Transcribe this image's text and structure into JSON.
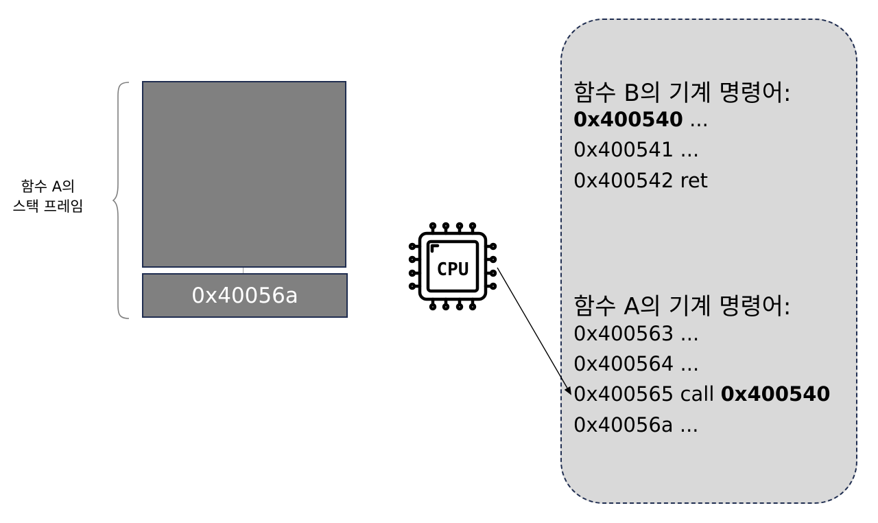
{
  "stack": {
    "label_line1": "함수 A의",
    "label_line2": "스택 프레임",
    "return_address": "0x40056a"
  },
  "cpu": {
    "label": "CPU",
    "icon": "cpu-chip-icon"
  },
  "memory": {
    "function_b": {
      "title": "함수 B의 기계 명령어:",
      "lines": [
        {
          "addr": "0x400540",
          "instr": " ..."
        },
        {
          "addr": "0x400541",
          "instr": " ..."
        },
        {
          "addr": "0x400542",
          "instr": " ret"
        }
      ]
    },
    "function_a": {
      "title": "함수 A의 기계 명령어:",
      "lines": [
        {
          "addr": "0x400563",
          "instr": " ..."
        },
        {
          "addr": "0x400564",
          "instr": " ..."
        },
        {
          "addr": "0x400565",
          "instr": " call ",
          "target": "0x400540"
        },
        {
          "addr": "0x40056a",
          "instr": " ..."
        }
      ]
    }
  },
  "colors": {
    "stack_fill": "#808080",
    "border": "#1f2d50",
    "panel_fill": "#d9d9d9"
  }
}
